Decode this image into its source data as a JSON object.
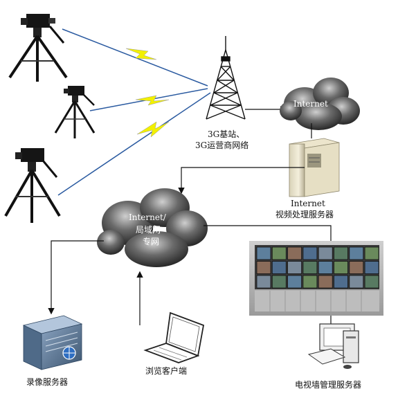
{
  "labels": {
    "base_station_line1": "3G基站、",
    "base_station_line2": "3G运营商网络",
    "internet_cloud": "Internet",
    "video_server_line1": "Internet",
    "video_server_line2": "视频处理服务器",
    "lan_line1": "Internet/",
    "lan_line2": "局域网",
    "lan_line3": "专网",
    "recording_server": "录像服务器",
    "browser_client": "浏览客户端",
    "video_wall_server": "电视墙管理服务器"
  },
  "icons": {
    "camera": "camera-tripod-icon",
    "tower": "antenna-tower-icon",
    "cloud": "cloud-icon",
    "server": "server-icon",
    "laptop": "laptop-icon",
    "video_wall": "video-wall-icon",
    "computer": "desktop-computer-icon",
    "wireless": "lightning-bolt-icon"
  },
  "colors": {
    "cloud_dark": "#3a3a3a",
    "bolt_yellow": "#f2f000",
    "link_blue": "#2a5aa0",
    "line": "#111111"
  }
}
